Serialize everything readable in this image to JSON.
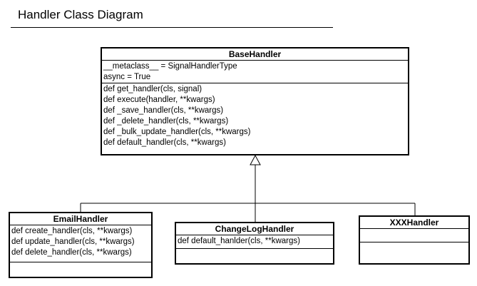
{
  "diagram": {
    "title": "Handler Class Diagram",
    "classes": {
      "base_handler": {
        "name": "BaseHandler",
        "attributes": [
          "__metaclass__ = SignalHandlerType",
          "async = True"
        ],
        "methods": [
          "def get_handler(cls, signal)",
          "def execute(handler, **kwargs)",
          "def _save_handler(cls, **kwargs)",
          "def _delete_handler(cls, **kwargs)",
          "def _bulk_update_handler(cls, **kwargs)",
          "def default_handler(cls, **kwargs)"
        ]
      },
      "email_handler": {
        "name": "EmailHandler",
        "methods": [
          "def create_handler(cls, **kwargs)",
          "def update_handler(cls, **kwargs)",
          "def delete_handler(cls, **kwargs)"
        ]
      },
      "changelog_handler": {
        "name": "ChangeLogHandler",
        "methods": [
          "def default_hanlder(cls, **kwargs)"
        ]
      },
      "xxx_handler": {
        "name": "XXXHandler"
      }
    }
  }
}
